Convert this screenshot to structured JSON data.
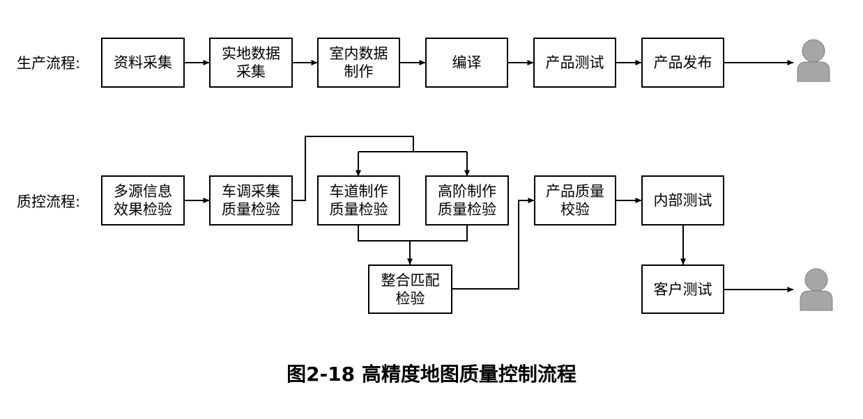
{
  "rows": {
    "production": {
      "label": "生产流程:",
      "steps": [
        "资料采集",
        "实地数据\n采集",
        "室内数据\n制作",
        "编译",
        "产品测试",
        "产品发布"
      ]
    },
    "quality": {
      "label": "质控流程:",
      "steps": {
        "multi_source": "多源信息\n效果检验",
        "vehicle_collection": "车调采集\n质量检验",
        "lane_production": "车道制作\n质量检验",
        "high_level_production": "高阶制作\n质量检验",
        "integration_matching": "整合匹配\n检验",
        "product_quality": "产品质量\n校验",
        "internal_test": "内部测试",
        "customer_test": "客户测试"
      }
    }
  },
  "icons": {
    "end_user": "user-icon"
  },
  "colors": {
    "line": "#000000",
    "user_fill": "#a6a6a6"
  },
  "caption": "图2-18 高精度地图质量控制流程"
}
